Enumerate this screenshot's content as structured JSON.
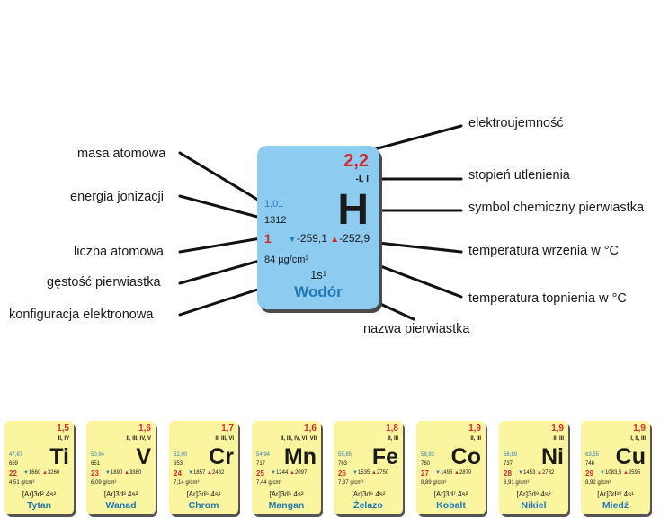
{
  "labels": {
    "electronegativity": "elektroujemność",
    "oxidation": "stopień utlenienia",
    "symbol": "symbol chemiczny pierwiastka",
    "boiling": "temperatura wrzenia w °C",
    "melting": "temperatura topnienia w °C",
    "name": "nazwa pierwiastka",
    "atomic_mass": "masa atomowa",
    "ionization": "energia jonizacji",
    "atomic_number": "liczba atomowa",
    "density": "gęstość pierwiastka",
    "configuration": "konfiguracja elektronowa"
  },
  "card": {
    "electronegativity": "2,2",
    "oxidation": "-I, I",
    "atomic_mass": "1,01",
    "ionization": "1312",
    "symbol": "H",
    "atomic_number": "1",
    "melting": "-259,1",
    "boiling": "-252,9",
    "density": "84 µg/cm³",
    "configuration": "1s¹",
    "name": "Wodór",
    "color": "#8dcbf0"
  },
  "elements": [
    {
      "symbol": "Ti",
      "name": "Tytan",
      "electronegativity": "1,5",
      "oxidation": "II, IV",
      "atomic_mass": "47,87",
      "ionization": "659",
      "atomic_number": "22",
      "melting": "1660",
      "boiling": "3260",
      "density": "4,51 g/cm³",
      "configuration": "[Ar]3d² 4s²"
    },
    {
      "symbol": "V",
      "name": "Wanad",
      "electronegativity": "1,6",
      "oxidation": "II, III, IV, V",
      "atomic_mass": "50,94",
      "ionization": "651",
      "atomic_number": "23",
      "melting": "1890",
      "boiling": "3380",
      "density": "6,09 g/cm³",
      "configuration": "[Ar]3d³ 4s²"
    },
    {
      "symbol": "Cr",
      "name": "Chrom",
      "electronegativity": "1,7",
      "oxidation": "II, III, VI",
      "atomic_mass": "52,00",
      "ionization": "653",
      "atomic_number": "24",
      "melting": "1857",
      "boiling": "2482",
      "density": "7,14 g/cm³",
      "configuration": "[Ar]3d⁵ 4s¹"
    },
    {
      "symbol": "Mn",
      "name": "Mangan",
      "electronegativity": "1,6",
      "oxidation": "II, III, IV, VI, VII",
      "atomic_mass": "54,94",
      "ionization": "717",
      "atomic_number": "25",
      "melting": "1244",
      "boiling": "2097",
      "density": "7,44 g/cm³",
      "configuration": "[Ar]3d⁵ 4s²"
    },
    {
      "symbol": "Fe",
      "name": "Żelazo",
      "electronegativity": "1,8",
      "oxidation": "II, III",
      "atomic_mass": "55,85",
      "ionization": "763",
      "atomic_number": "26",
      "melting": "1535",
      "boiling": "2750",
      "density": "7,87 g/cm³",
      "configuration": "[Ar]3d⁶ 4s²"
    },
    {
      "symbol": "Co",
      "name": "Kobalt",
      "electronegativity": "1,9",
      "oxidation": "II, III",
      "atomic_mass": "58,93",
      "ionization": "760",
      "atomic_number": "27",
      "melting": "1495",
      "boiling": "2870",
      "density": "8,89 g/cm³",
      "configuration": "[Ar]3d⁷ 4s²"
    },
    {
      "symbol": "Ni",
      "name": "Nikiel",
      "electronegativity": "1,9",
      "oxidation": "II, III",
      "atomic_mass": "58,69",
      "ionization": "737",
      "atomic_number": "28",
      "melting": "1453",
      "boiling": "2732",
      "density": "8,91 g/cm³",
      "configuration": "[Ar]3d⁸ 4s²"
    },
    {
      "symbol": "Cu",
      "name": "Miedź",
      "electronegativity": "1,9",
      "oxidation": "I, II, III",
      "atomic_mass": "63,55",
      "ionization": "746",
      "atomic_number": "29",
      "melting": "1083,5",
      "boiling": "2595",
      "density": "8,92 g/cm³",
      "configuration": "[Ar]3d¹⁰ 4s¹"
    }
  ],
  "tile_color": "#fbf5a0"
}
